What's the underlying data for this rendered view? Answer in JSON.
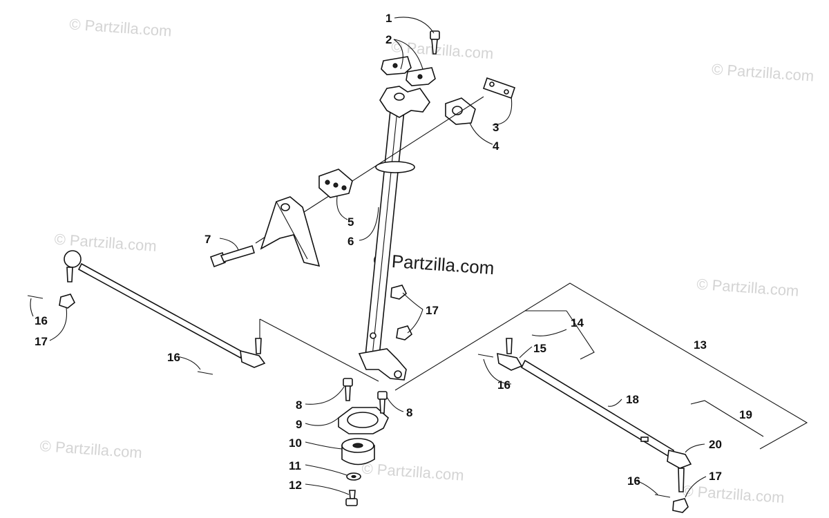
{
  "watermark": "© Partzilla.com",
  "callouts": {
    "c1": "1",
    "c2": "2",
    "c3": "3",
    "c4": "4",
    "c5": "5",
    "c6": "6",
    "c7": "7",
    "c8a": "8",
    "c8b": "8",
    "c9": "9",
    "c10": "10",
    "c11": "11",
    "c12": "12",
    "c13": "13",
    "c14": "14",
    "c15": "15",
    "c16a": "16",
    "c16b": "16",
    "c16c": "16",
    "c16d": "16",
    "c17a": "17",
    "c17b": "17",
    "c17c": "17",
    "c18": "18",
    "c19": "19",
    "c20": "20"
  }
}
